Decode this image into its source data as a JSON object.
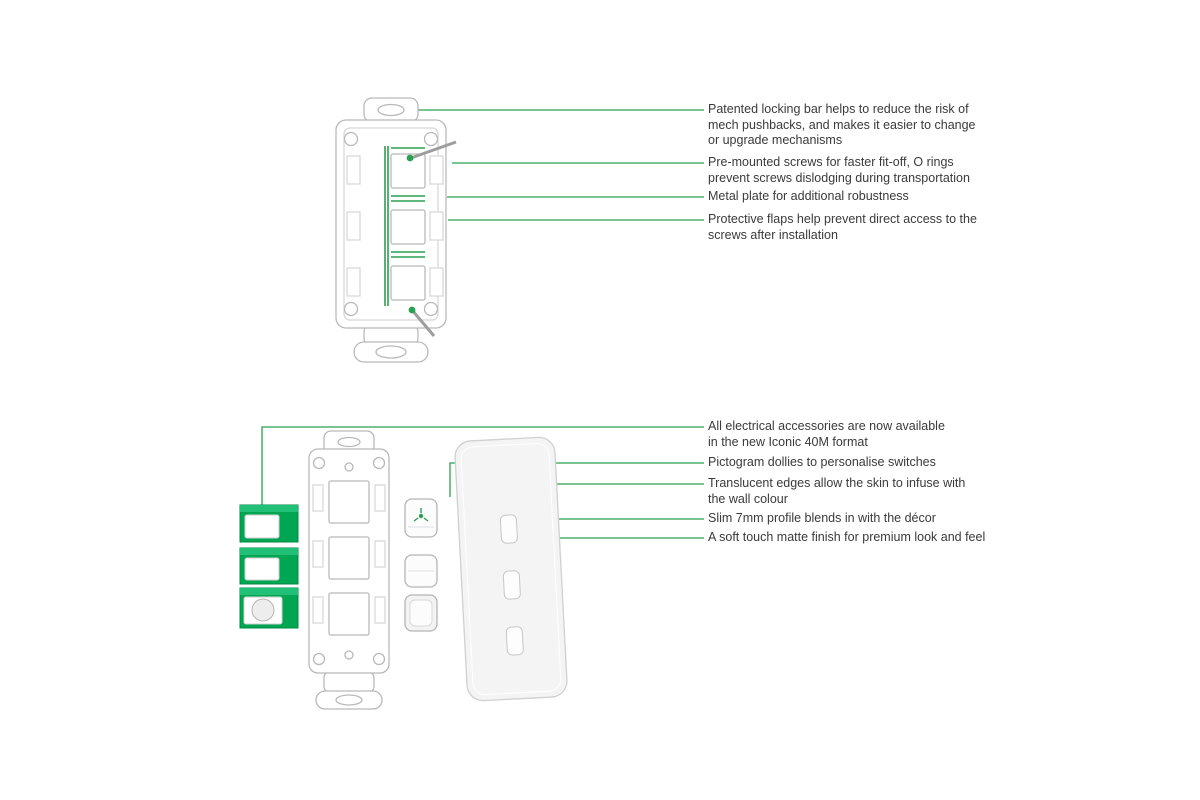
{
  "colors": {
    "accent_green": "#00a651",
    "leader_line_green": "#2ba052",
    "annotation_text": "#3a3a3a",
    "outline_grey": "#b9b9b9"
  },
  "illustrations": {
    "top": "40m-mounting-grid-rear-view",
    "bottom": "iconic-plate-exploded-assembly"
  },
  "top_section": {
    "annotations": [
      {
        "text": "Patented locking bar helps to reduce the risk of\nmech pushbacks, and makes it easier to change\nor upgrade mechanisms"
      },
      {
        "text": "Pre-mounted screws for faster fit-off, O rings\nprevent screws dislodging during transportation"
      },
      {
        "text": "Metal plate for additional robustness"
      },
      {
        "text": "Protective flaps help prevent direct access to the\nscrews after installation"
      }
    ]
  },
  "bottom_section": {
    "annotations": [
      {
        "text": "All electrical accessories are now available\nin the new Iconic 40M format"
      },
      {
        "text": "Pictogram dollies to personalise switches"
      },
      {
        "text": "Translucent edges allow the skin to infuse with\nthe wall colour"
      },
      {
        "text": "Slim 7mm profile blends in with the décor"
      },
      {
        "text": "A soft touch matte finish for premium look and feel"
      }
    ]
  }
}
